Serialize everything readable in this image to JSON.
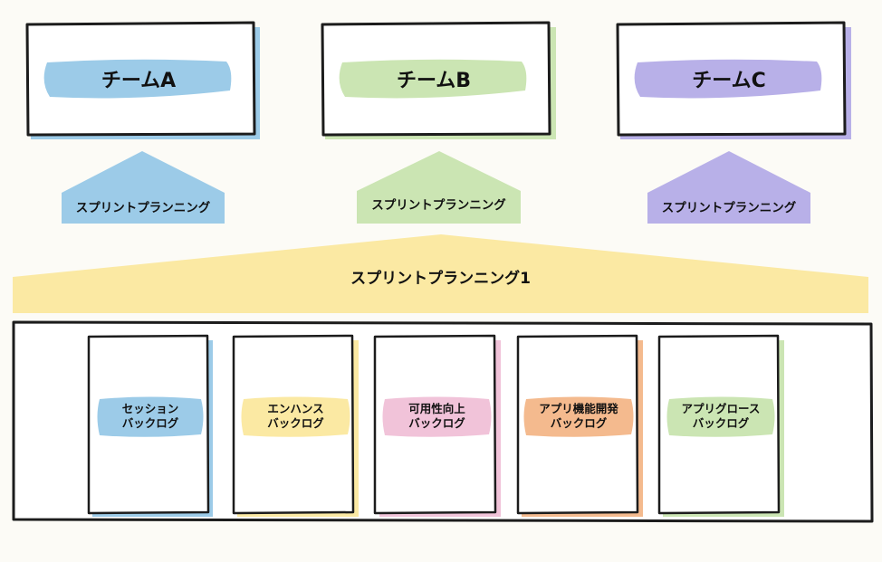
{
  "teams": [
    {
      "label": "チームA",
      "color": "#9ccbe8",
      "sprint_label": "スプリントプランニング"
    },
    {
      "label": "チームB",
      "color": "#cbe5b3",
      "sprint_label": "スプリントプランニング"
    },
    {
      "label": "チームC",
      "color": "#b8b0e8",
      "sprint_label": "スプリントプランニング"
    }
  ],
  "sprint_planning_1": {
    "label": "スプリントプランニング1",
    "color": "#fbe9a3"
  },
  "backlogs": [
    {
      "label": "セッション\nバックログ",
      "color": "#9ccbe8"
    },
    {
      "label": "エンハンス\nバックログ",
      "color": "#fbe9a3"
    },
    {
      "label": "可用性向上\nバックログ",
      "color": "#f1c3d9"
    },
    {
      "label": "アプリ機能開発\nバックログ",
      "color": "#f4ba8e"
    },
    {
      "label": "アプリグロース\nバックログ",
      "color": "#cbe5b3"
    }
  ]
}
